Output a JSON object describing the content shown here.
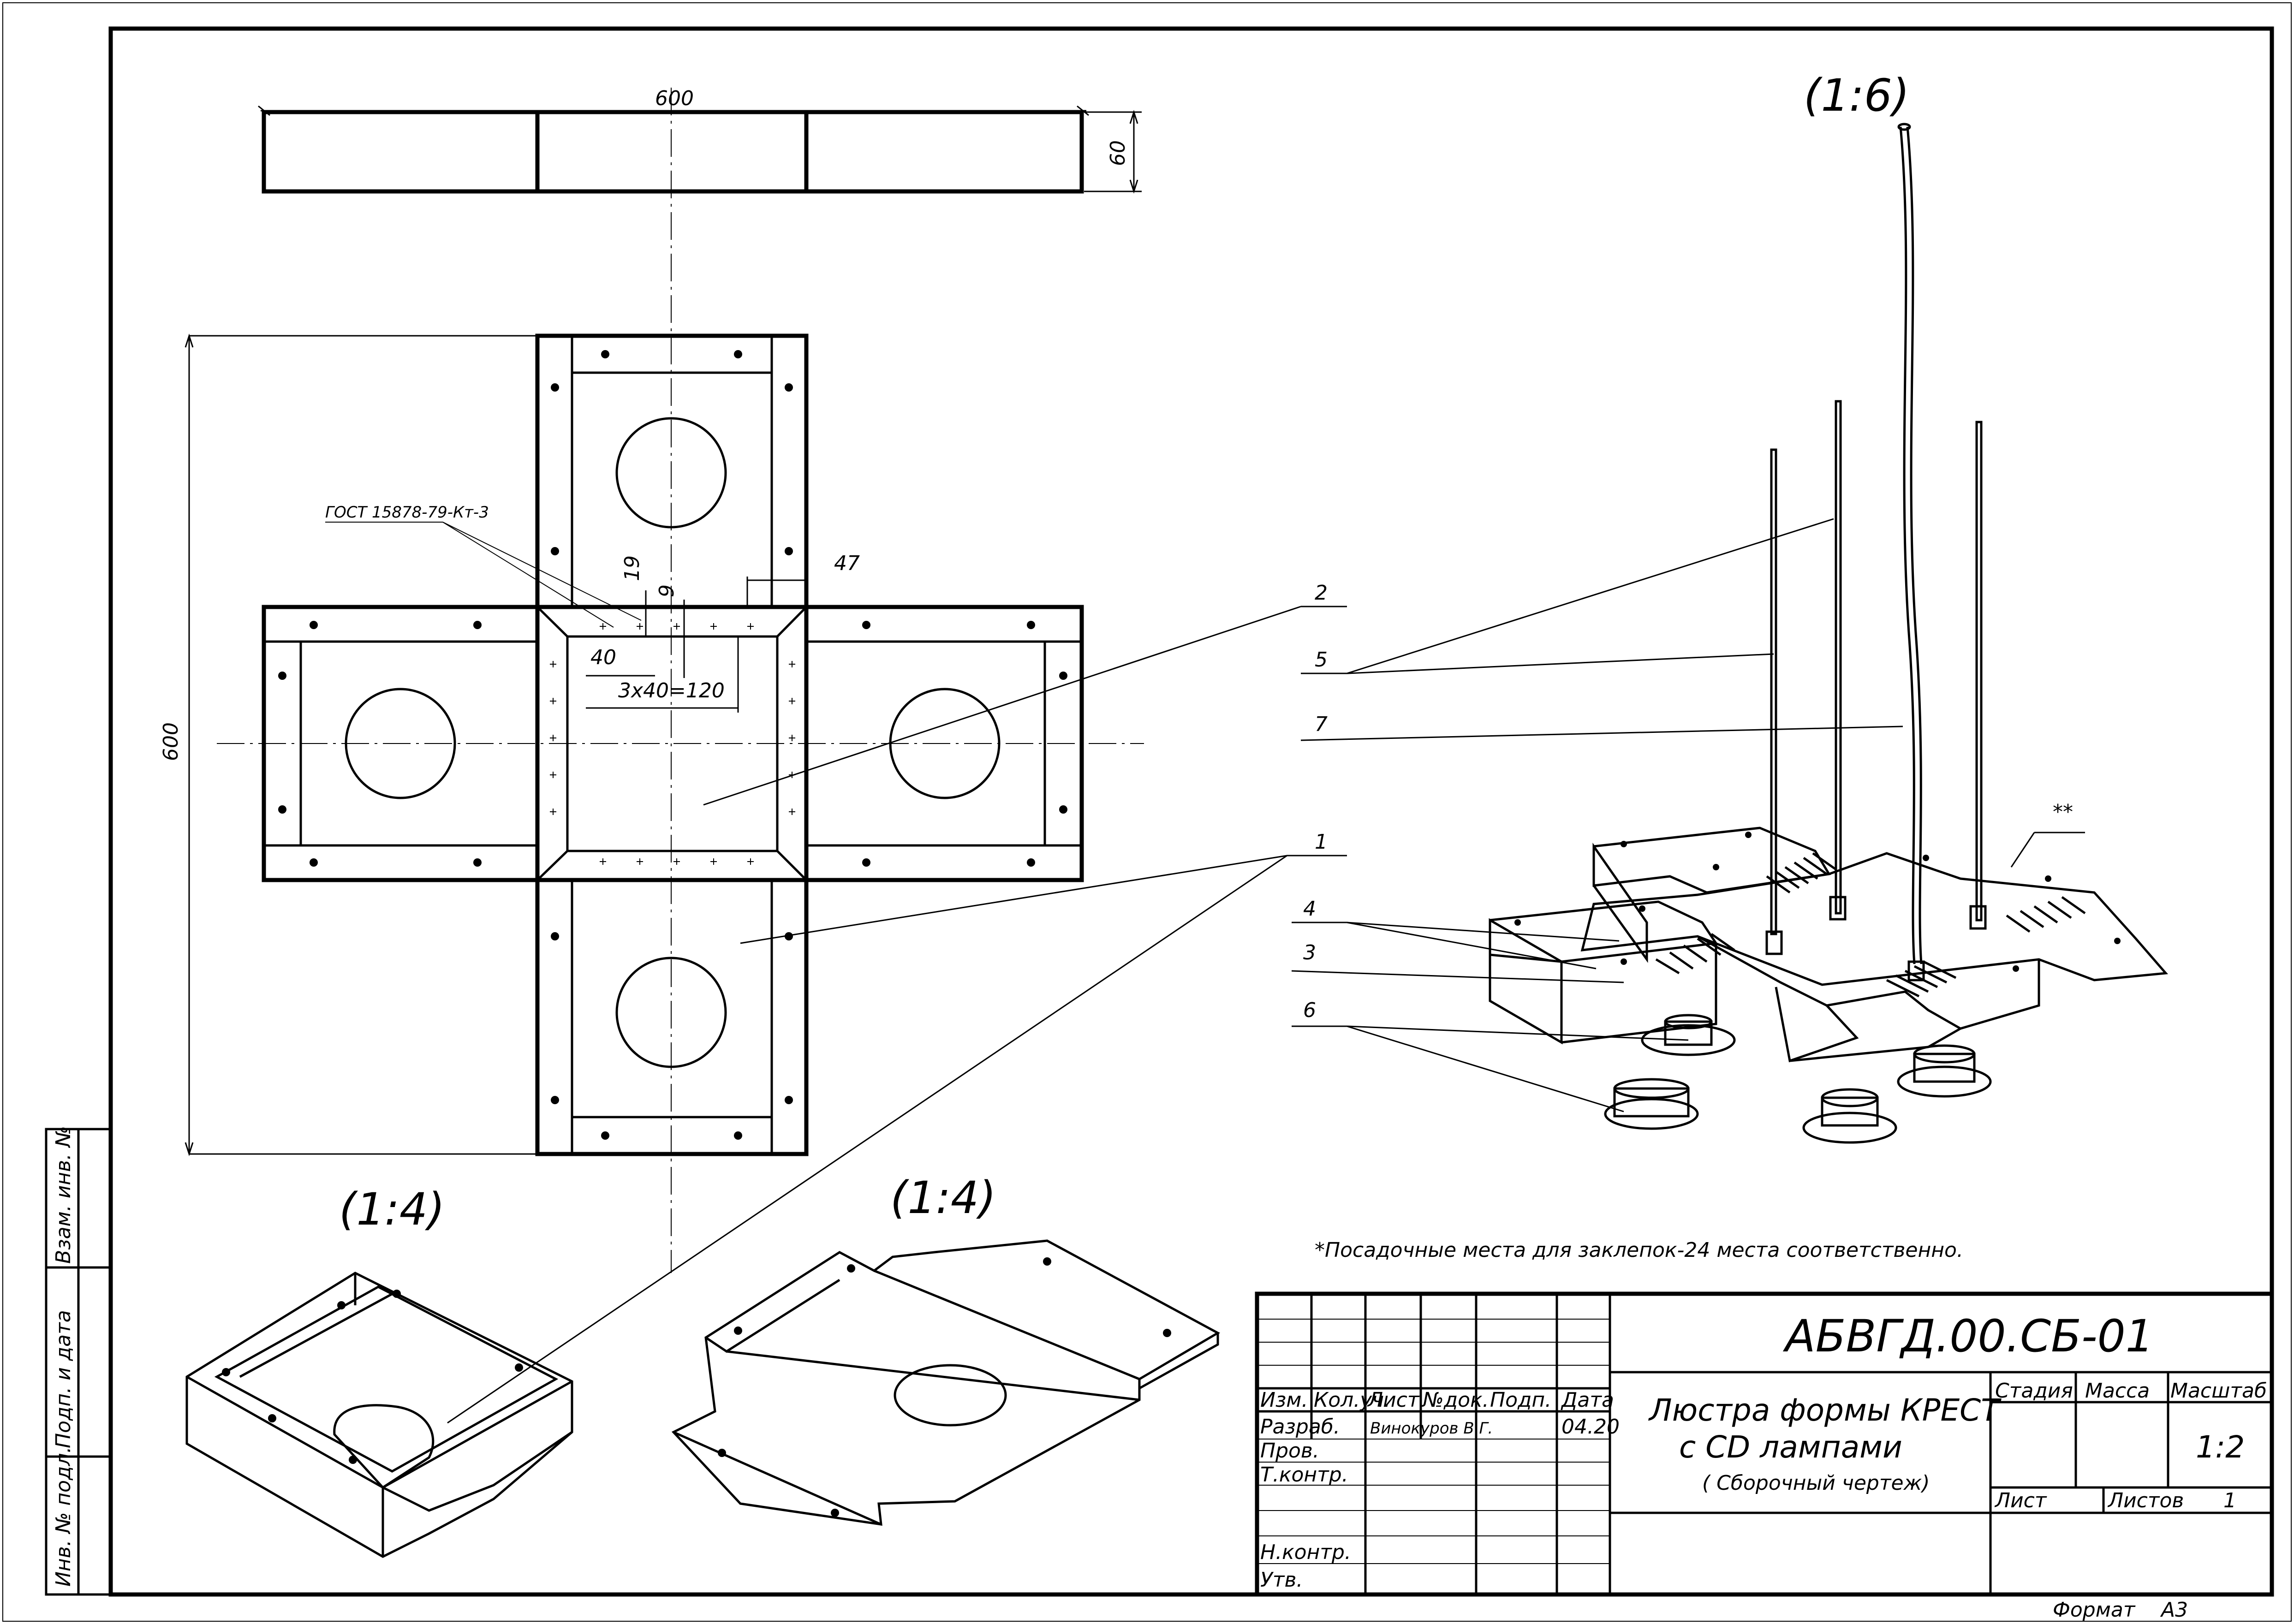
{
  "views": {
    "top_dim_length": "600",
    "top_dim_height": "60",
    "left_dim_length": "600",
    "dim_19": "19",
    "dim_9": "9",
    "dim_47": "47",
    "dim_40": "40",
    "dim_3x40": "3x40=120",
    "rivet_note": "ГОСТ 15878-79-Кт-3"
  },
  "callouts": {
    "c1": "1",
    "c2": "2",
    "c3": "3",
    "c4": "4",
    "c5": "5",
    "c6": "6",
    "c7": "7",
    "star": "**"
  },
  "scales": {
    "iso_main": "(1:6)",
    "iso_left": "(1:4)",
    "iso_mid": "(1:4)"
  },
  "note": "*Посадочные места для заклепок-24 места соответственно.",
  "title_block": {
    "designation": "АБВГД.00.СБ-01",
    "name_line1": "Люстра формы КРЕСТ",
    "name_line2": "с  CD лампами",
    "name_line3": "( Сборочный чертеж)",
    "col_izm": "Изм.",
    "col_koluch": "Кол.уч.",
    "col_list": "Лист",
    "col_ndok": "№док.",
    "col_podp": "Подп.",
    "col_data": "Дата",
    "row_razrab": "Разраб.",
    "razrab_name": "Винокуров В.Г.",
    "razrab_date": "04.20",
    "row_prov": "Пров.",
    "row_tkontr": "Т.контр.",
    "row_nkontr": "Н.контр.",
    "row_utv": "Утв.",
    "stadiya": "Стадия",
    "massa": "Масса",
    "masshtab": "Масштаб",
    "scale_value": "1:2",
    "list": "Лист",
    "listov": "Листов",
    "listov_value": "1",
    "format_label": "Формат",
    "format_value": "А3"
  },
  "side_stamps": {
    "vzam": "Взам. инв. №",
    "podp_data": "Подп. и дата",
    "inv_podl": "Инв. № подл."
  }
}
